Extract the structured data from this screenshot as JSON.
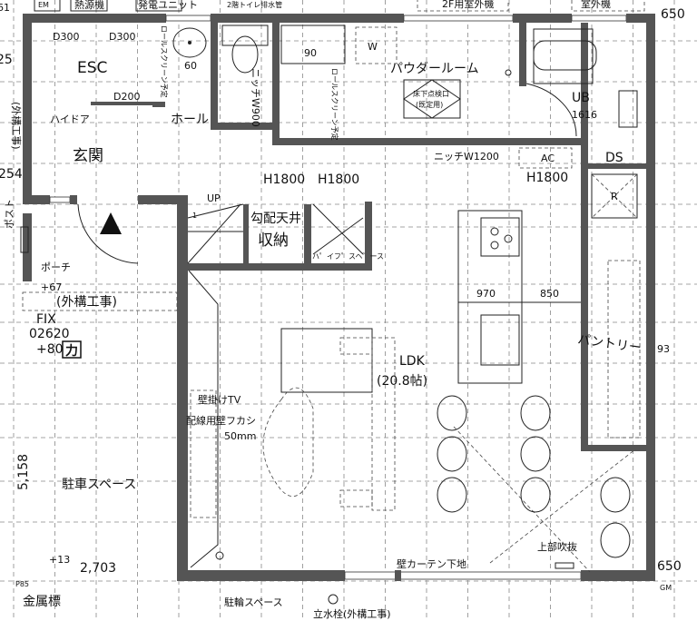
{
  "plan": {
    "top_labels": {
      "em": "EM",
      "heater": "熱源機",
      "generator": "発電ユニット",
      "drain": "2階トイレ排水管",
      "ac_outdoor_2f": "2F用室外機",
      "ac_outdoor": "室外機"
    },
    "rooms": {
      "esc": "ESC",
      "hall": "ホール",
      "genkan": "玄関",
      "high_door": "ハイドア",
      "powder_room": "パウダールーム",
      "inspection": "床下点検口",
      "inspection_sub": "(既定用)",
      "ub": "UB",
      "ub_size": "1616",
      "ds": "DS",
      "ac": "AC",
      "storage_line1": "勾配天井",
      "storage_line2": "収納",
      "pipe_space": "ハ゜イフ゜スヘ゜ース",
      "porch": "ポーチ",
      "post": "ポスト",
      "ldk": "LDK",
      "ldk_size": "(20.8帖)",
      "pantry": "パントリー",
      "parking": "駐車スペース",
      "bike_parking": "駐輪スペース",
      "faucet": "立水栓(外構工事)",
      "metal_marker": "金属標",
      "upper_void": "上部吹抜",
      "curtain": "壁カーテン下地",
      "tv_line1": "壁掛けTV",
      "tv_line2": "配線用壁フカシ",
      "tv_line3": "50mm",
      "exterior_work": "(外構工事)",
      "exterior_work_side": "(外構工事)"
    },
    "dims": {
      "d300a": "D300",
      "d300b": "D300",
      "d200": "D200",
      "sink60": "60",
      "sink90": "90",
      "niche_w900": "ニッチW900",
      "niche_w1200": "ニッチW1200",
      "roll_screen_a": "ロールスクリーン予定",
      "roll_screen_b": "ロールスクリーン予定",
      "w": "W",
      "r": "R",
      "h1800_ac": "H1800",
      "h1800_a": "H1800",
      "h1800_b": "H1800",
      "up": "UP",
      "step1": "1",
      "k970": "970",
      "k850": "850",
      "p93": "93",
      "plus67": "+67",
      "fix": "FIX",
      "fix_code": "02620",
      "plus80": "+80",
      "power": "力",
      "dim5158": "5,158",
      "plus13": "+13",
      "dim2703": "2,703",
      "p85": "P85",
      "dim650_top": "650",
      "dim650_bottom": "650",
      "gm": "GM",
      "side_254": "254",
      "side_25": "25",
      "side_61": "61"
    }
  }
}
